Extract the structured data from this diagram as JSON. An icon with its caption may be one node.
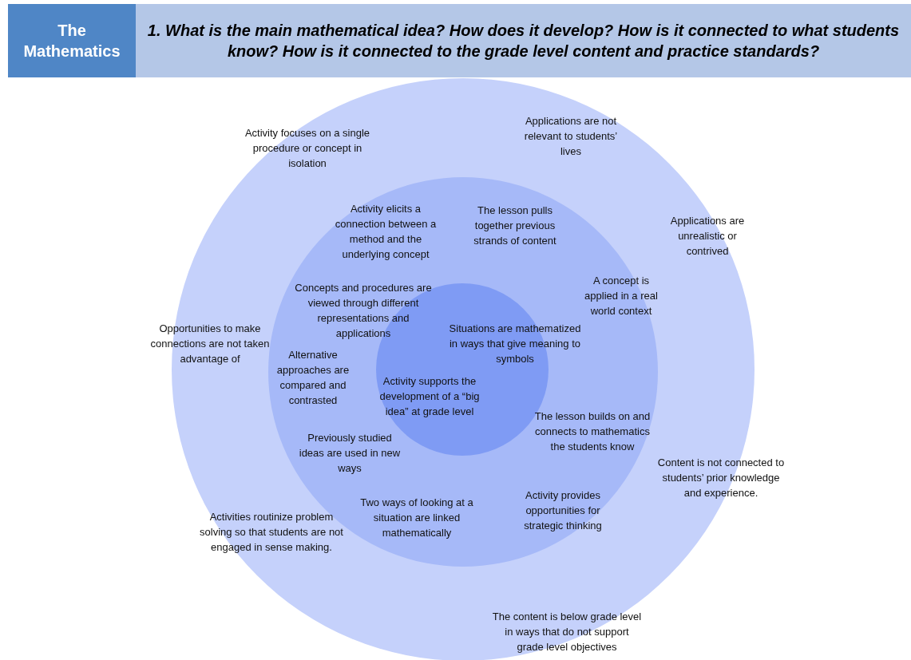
{
  "diagram": {
    "nodes": [
      {
        "text": [
          "The Mathematics"
        ]
      },
      {
        "text": [
          "1. What is the main mathematical idea? How does it develop? How is it connected to what students know? How is it connected to the grade level content and practice standards?"
        ]
      },
      {
        "text": [],
        "shape": "circle"
      },
      {
        "text": [],
        "shape": "circle",
        "in": 2
      },
      {
        "text": [],
        "shape": "circle",
        "in": 3
      }
    ],
    "labels": [
      "Activity focuses on a single procedure or concept in isolation",
      "Applications are not relevant to students’ lives",
      "Activity elicits a connection between a method and the underlying concept",
      "The lesson pulls together previous strands of content",
      "Applications are unrealistic or contrived",
      "A concept is applied in a real world context",
      "Concepts and procedures are viewed through different representations and applications",
      "Opportunities to make connections are not taken advantage of",
      "Situations are mathematized  in ways that give meaning to symbols",
      "Alternative approaches are compared and contrasted",
      "Activity supports the development of a “big idea” at grade level",
      "The lesson builds on and connects to mathematics the students know",
      "Content is not connected to students’ prior knowledge and experience.",
      "Previously studied ideas are used in new ways",
      "Activities routinize problem solving so that students are not engaged in sense making.",
      "Two ways of looking at a situation are linked mathematically",
      "Activity provides opportunities for strategic thinking",
      "The content is below grade level in ways that do not support grade level objectives"
    ]
  }
}
